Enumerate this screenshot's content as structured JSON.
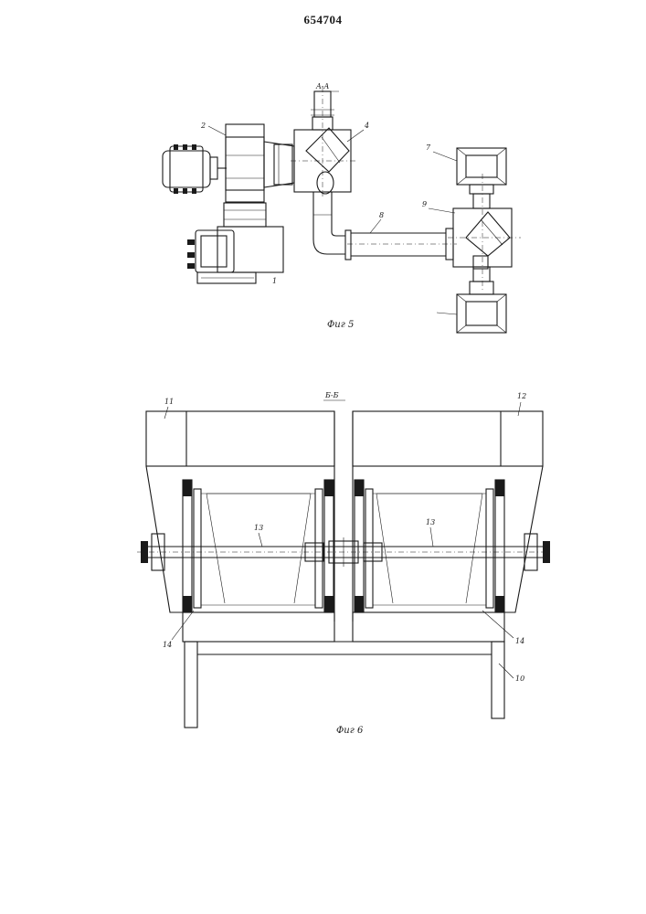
{
  "document": {
    "patent_number": "654704"
  },
  "figure5": {
    "section_label": "A-A",
    "caption": "Фиг 5",
    "labels": {
      "l1": "1",
      "l2": "2",
      "l4": "4",
      "l7": "7",
      "l8": "8",
      "l9": "9"
    }
  },
  "figure6": {
    "section_label": "Б-Б",
    "caption": "Фиг 6",
    "labels": {
      "l10": "10",
      "l11": "11",
      "l12": "12",
      "l13a": "13",
      "l13b": "13",
      "l14a": "14",
      "l14b": "14"
    }
  }
}
